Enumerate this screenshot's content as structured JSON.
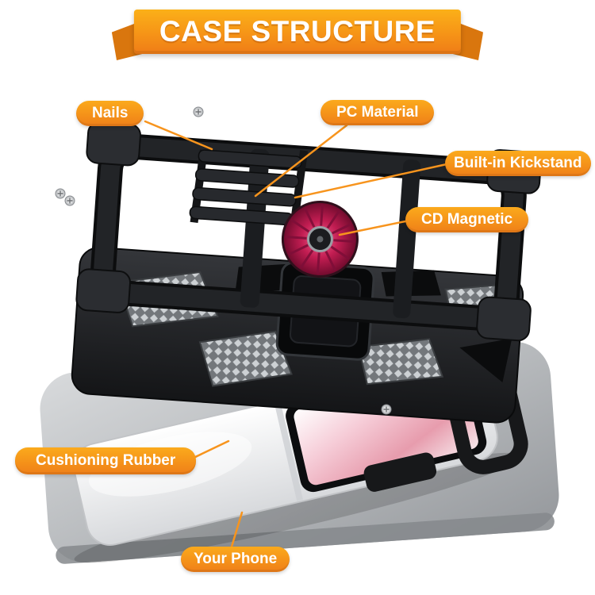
{
  "banner": {
    "title": "CASE STRUCTURE"
  },
  "callouts": [
    {
      "id": "nails",
      "label": "Nails"
    },
    {
      "id": "pc-material",
      "label": "PC Material"
    },
    {
      "id": "built-in-kickstand",
      "label": "Built-in Kickstand"
    },
    {
      "id": "cd-magnetic",
      "label": "CD Magnetic"
    },
    {
      "id": "cushioning-rubber",
      "label": "Cushioning Rubber"
    },
    {
      "id": "your-phone",
      "label": "Your Phone"
    }
  ],
  "icons": [
    "screw-icon"
  ],
  "colors": {
    "accent_orange": "#F7941D",
    "ribbon_fold": "#D9760E",
    "case_black": "#1B1C1E",
    "magnet_red": "#C21D52",
    "platform_gray": "#A9ACB0",
    "label_text": "#FFFFFF"
  }
}
